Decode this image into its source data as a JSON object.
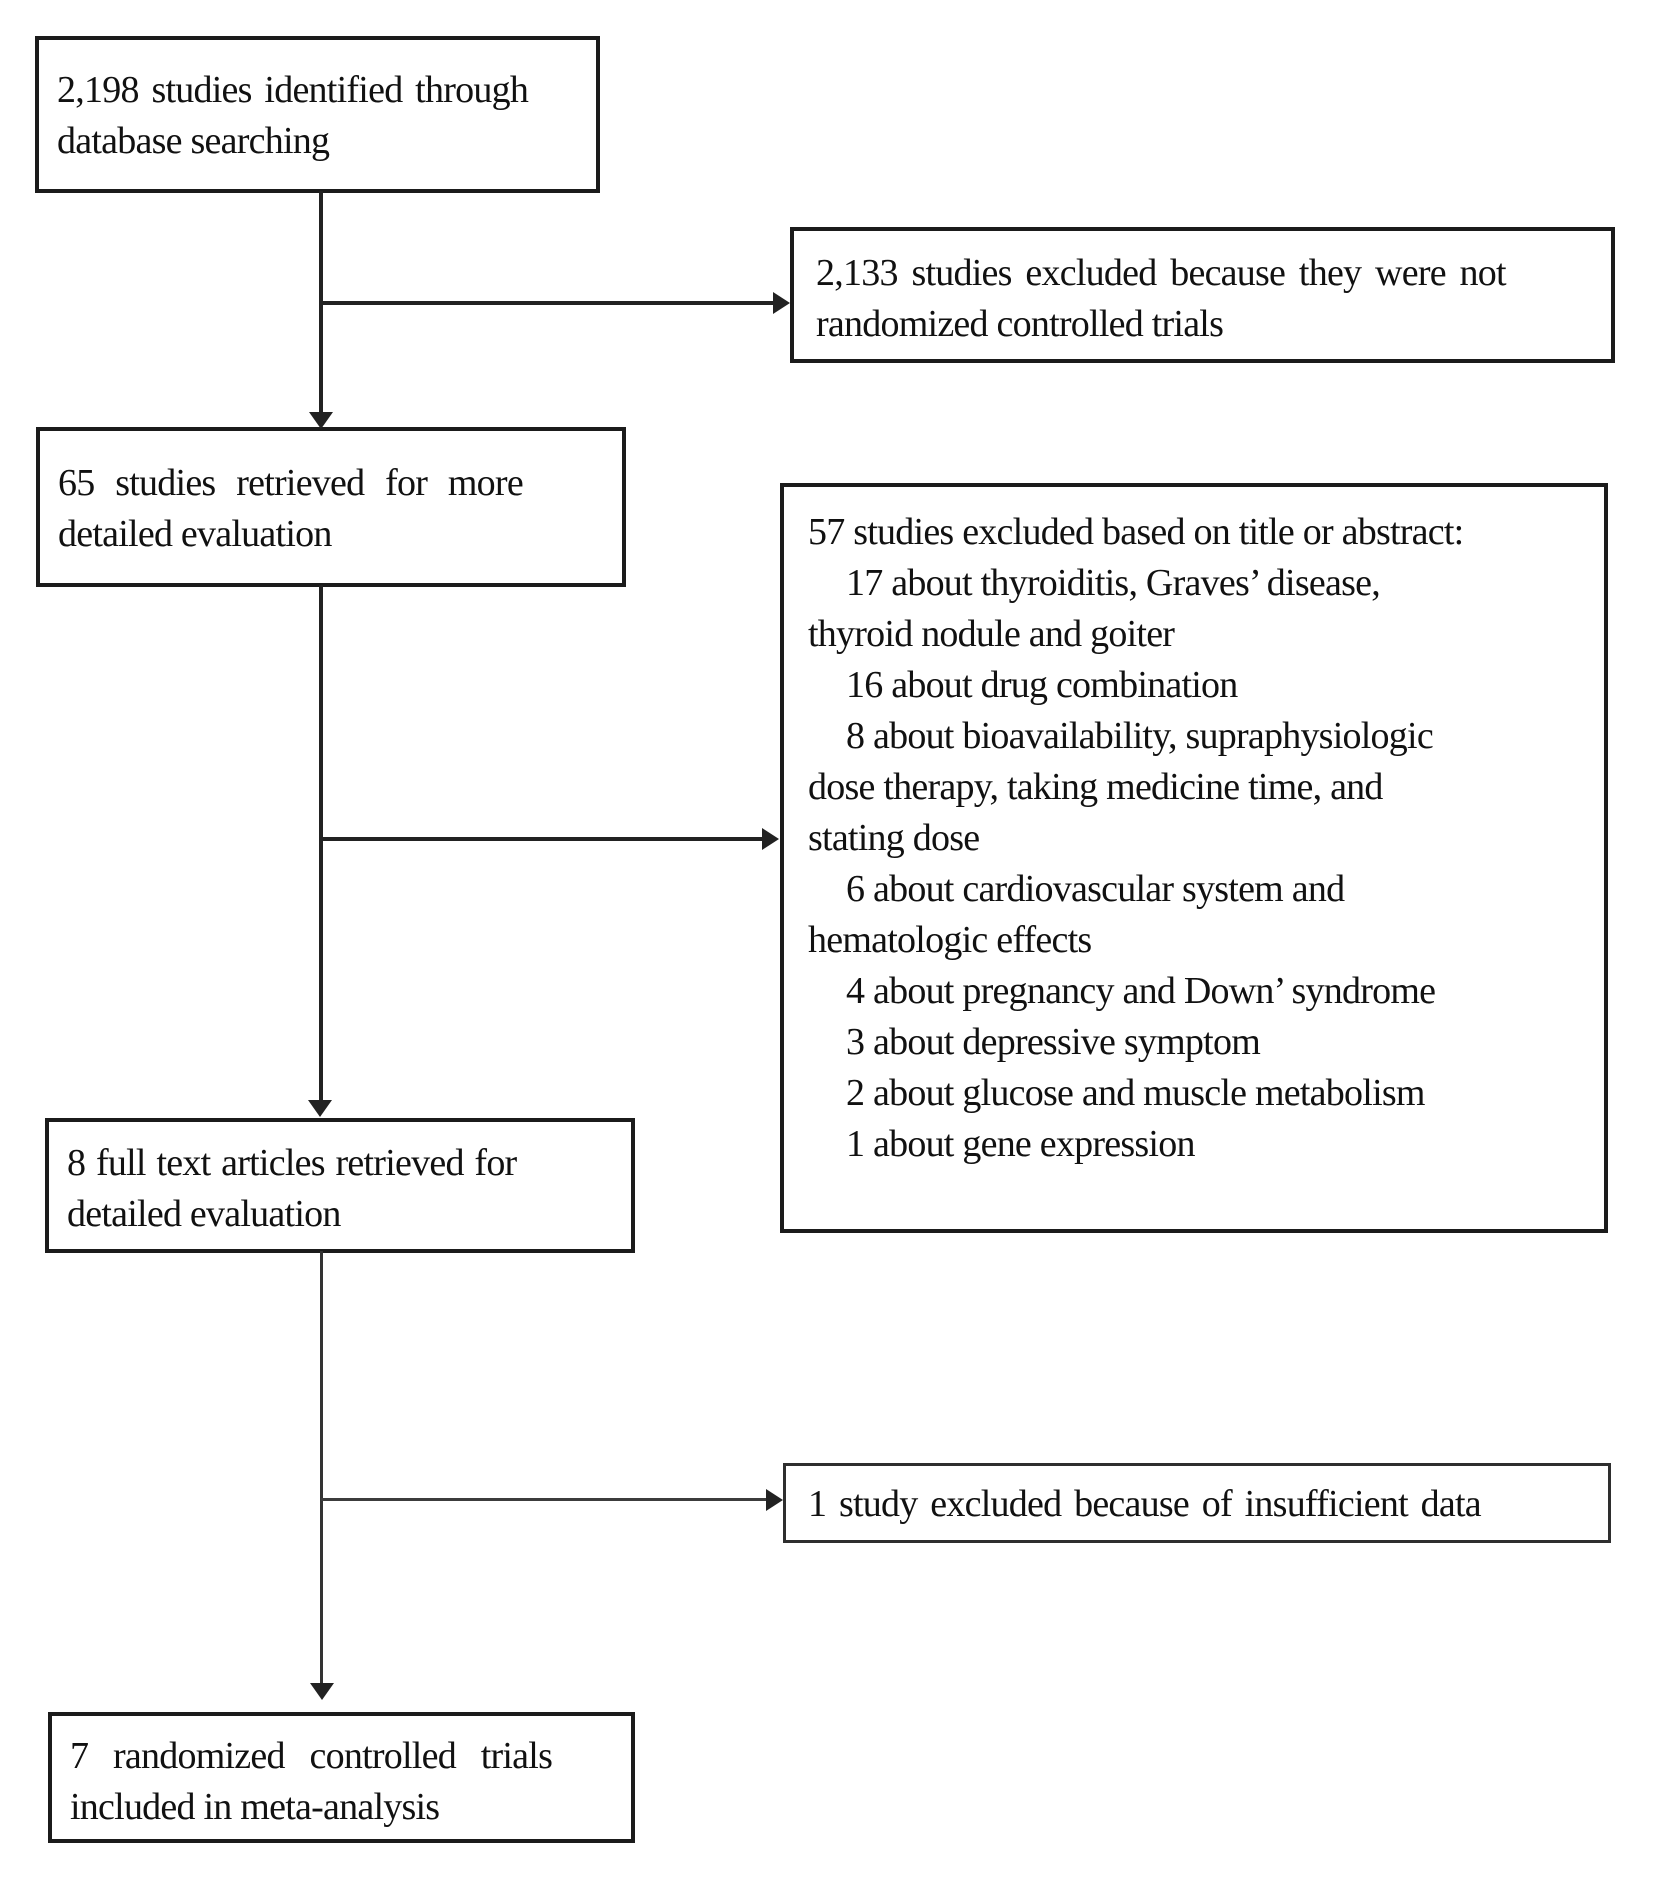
{
  "diagram": {
    "type": "study-selection-flowchart",
    "colors": {
      "background": "#ffffff",
      "box_border": "#1b1b1b",
      "text": "#111111",
      "connector": "#222222"
    },
    "boxes": {
      "identified": {
        "lines": [
          "2,198 studies identified through",
          "database searching"
        ]
      },
      "excluded_not_rct": {
        "lines": [
          "2,133 studies excluded because they were not",
          "randomized controlled trials"
        ]
      },
      "retrieved": {
        "lines": [
          "65 studies retrieved for more",
          "detailed evaluation"
        ]
      },
      "excluded_title_abstract": {
        "lines": [
          "57 studies excluded based on title or abstract:",
          "17 about thyroiditis, Graves’ disease,",
          "thyroid nodule and goiter",
          "16 about drug combination",
          "8 about bioavailability, supraphysiologic",
          "dose therapy, taking medicine time, and",
          "stating dose",
          "6 about cardiovascular system and",
          "hematologic effects",
          "4 about pregnancy and Down’ syndrome",
          "3 about depressive symptom",
          "2 about glucose and muscle metabolism",
          "1 about gene expression"
        ]
      },
      "fulltext": {
        "lines": [
          "8 full text articles retrieved for",
          "detailed evaluation"
        ]
      },
      "excluded_insufficient": {
        "lines": [
          "1 study excluded because of insufficient data"
        ]
      },
      "included": {
        "lines": [
          "7 randomized controlled trials",
          "included in meta-analysis"
        ]
      }
    }
  }
}
